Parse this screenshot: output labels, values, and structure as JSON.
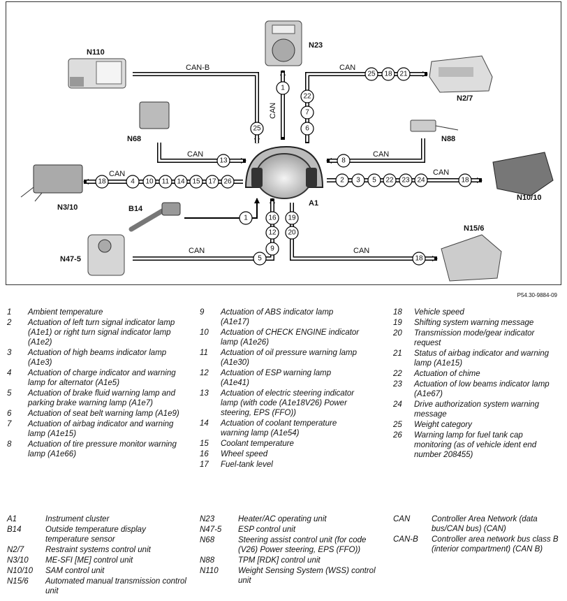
{
  "figure_ref": "P54.30-9884-09",
  "components": {
    "N110": "N110",
    "N23": "N23",
    "N2_7": "N2/7",
    "N68": "N68",
    "N88": "N88",
    "N3_10": "N3/10",
    "N10_10": "N10/10",
    "B14": "B14",
    "A1": "A1",
    "N47_5": "N47-5",
    "N15_6": "N15/6"
  },
  "can_labels": {
    "canb": "CAN-B",
    "can_n2": "CAN",
    "can_n23": "CAN",
    "can_n68": "CAN",
    "can_n88": "CAN",
    "can_n3": "CAN",
    "can_n10": "CAN",
    "can_n47": "CAN",
    "can_n15": "CAN"
  },
  "signals": {
    "n110": [
      "25"
    ],
    "n23": [
      "1"
    ],
    "n2_7": [
      "25",
      "18",
      "21",
      "22",
      "7",
      "6"
    ],
    "n68": [
      "13"
    ],
    "n88": [
      "8"
    ],
    "n3_10": [
      "18",
      "4",
      "10",
      "11",
      "14",
      "15",
      "17",
      "26"
    ],
    "n10_10": [
      "2",
      "3",
      "5",
      "22",
      "23",
      "24",
      "18"
    ],
    "b14": [
      "1"
    ],
    "n47_5": [
      "16",
      "12",
      "9",
      "5"
    ],
    "n15_6": [
      "19",
      "20",
      "18"
    ]
  },
  "legend_signals": [
    {
      "k": "1",
      "v": "Ambient temperature"
    },
    {
      "k": "2",
      "v": "Actuation of left turn signal indicator lamp (A1e1) or right turn signal indicator lamp (A1e2)"
    },
    {
      "k": "3",
      "v": "Actuation of high beams indicator lamp (A1e3)"
    },
    {
      "k": "4",
      "v": "Actuation of charge indicator and warning lamp for alternator (A1e5)"
    },
    {
      "k": "5",
      "v": "Actuation of brake fluid warning lamp and parking brake warning lamp (A1e7)"
    },
    {
      "k": "6",
      "v": "Actuation of seat belt warning lamp (A1e9)"
    },
    {
      "k": "7",
      "v": "Actuation of airbag indicator and warning lamp (A1e15)"
    },
    {
      "k": "8",
      "v": "Actuation of tire pressure monitor warning lamp (A1e66)"
    },
    {
      "k": "9",
      "v": "Actuation of ABS indicator lamp (A1e17)"
    },
    {
      "k": "10",
      "v": "Actuation of CHECK ENGINE indicator lamp (A1e26)"
    },
    {
      "k": "11",
      "v": "Actuation of oil pressure warning lamp (A1e30)"
    },
    {
      "k": "12",
      "v": "Actuation of ESP warning lamp (A1e41)"
    },
    {
      "k": "13",
      "v": "Actuation of electric steering indicator lamp (with code (A1e18V26) Power steering, EPS (FFO))"
    },
    {
      "k": "14",
      "v": "Actuation of coolant temperature warning lamp (A1e54)"
    },
    {
      "k": "15",
      "v": "Coolant temperature"
    },
    {
      "k": "16",
      "v": "Wheel speed"
    },
    {
      "k": "17",
      "v": "Fuel-tank level"
    },
    {
      "k": "18",
      "v": "Vehicle speed"
    },
    {
      "k": "19",
      "v": "Shifting system warning message"
    },
    {
      "k": "20",
      "v": "Transmission mode/gear indicator request"
    },
    {
      "k": "21",
      "v": "Status of airbag indicator and warning lamp (A1e15)"
    },
    {
      "k": "22",
      "v": "Actuation of chime"
    },
    {
      "k": "23",
      "v": "Actuation of low beams indicator lamp (A1e67)"
    },
    {
      "k": "24",
      "v": "Drive authorization system warning message"
    },
    {
      "k": "25",
      "v": "Weight category"
    },
    {
      "k": "26",
      "v": "Warning lamp for fuel tank cap monitoring (as of vehicle ident end number 208455)"
    }
  ],
  "legend_components": [
    {
      "k": "A1",
      "v": "Instrument cluster"
    },
    {
      "k": "B14",
      "v": "Outside temperature display temperature sensor"
    },
    {
      "k": "N2/7",
      "v": "Restraint systems control unit"
    },
    {
      "k": "N3/10",
      "v": "ME-SFI [ME] control unit"
    },
    {
      "k": "N10/10",
      "v": "SAM control unit"
    },
    {
      "k": "N15/6",
      "v": "Automated manual transmission control unit"
    },
    {
      "k": "N23",
      "v": "Heater/AC operating unit"
    },
    {
      "k": "N47-5",
      "v": "ESP control unit"
    },
    {
      "k": "N68",
      "v": "Steering assist control unit (for code (V26) Power steering, EPS (FFO))"
    },
    {
      "k": "N88",
      "v": "TPM [RDK] control unit"
    },
    {
      "k": "N110",
      "v": "Weight Sensing System (WSS) control unit"
    },
    {
      "k": "CAN",
      "v": "Controller Area Network (data bus/CAN bus) (CAN)"
    },
    {
      "k": "CAN-B",
      "v": "Controller area network bus class B (interior compartment) (CAN B)"
    }
  ]
}
